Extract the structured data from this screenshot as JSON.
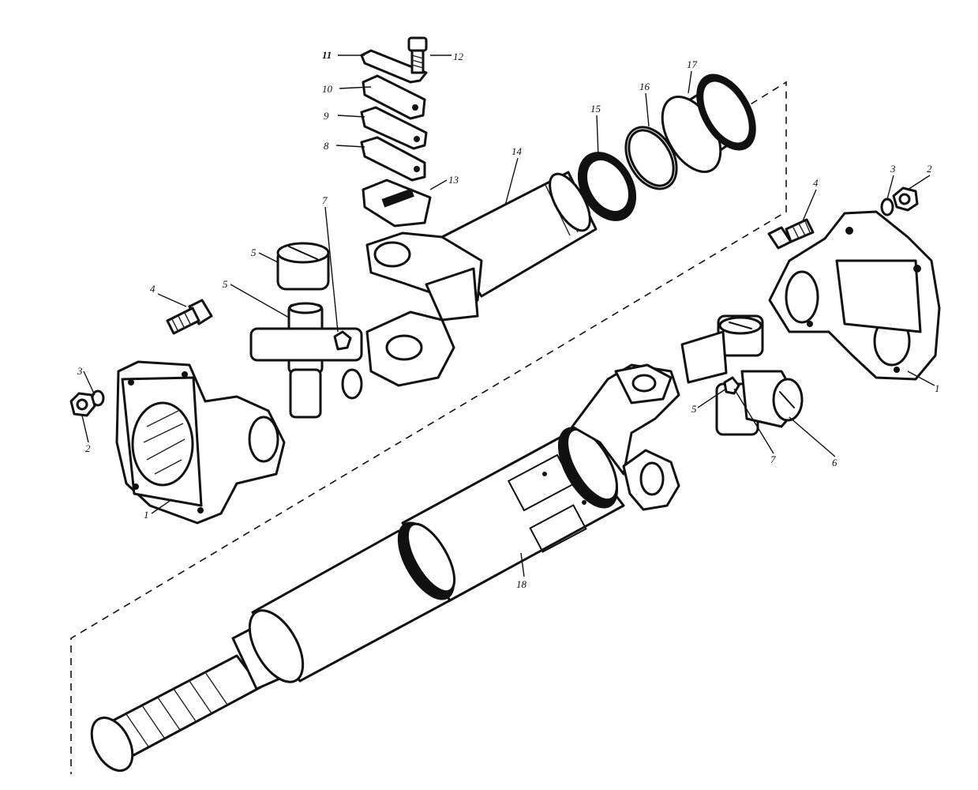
{
  "callouts": [
    {
      "id": "c11",
      "label": "11"
    },
    {
      "id": "c12",
      "label": "12"
    },
    {
      "id": "c10",
      "label": "10"
    },
    {
      "id": "c9",
      "label": "9"
    },
    {
      "id": "c8",
      "label": "8"
    },
    {
      "id": "c13",
      "label": "13"
    },
    {
      "id": "c14",
      "label": "14"
    },
    {
      "id": "c15",
      "label": "15"
    },
    {
      "id": "c16",
      "label": "16"
    },
    {
      "id": "c17",
      "label": "17"
    },
    {
      "id": "c7a",
      "label": "7"
    },
    {
      "id": "c5a",
      "label": "5"
    },
    {
      "id": "c5b",
      "label": "5"
    },
    {
      "id": "c4a",
      "label": "4"
    },
    {
      "id": "c3a",
      "label": "3"
    },
    {
      "id": "c2a",
      "label": "2"
    },
    {
      "id": "c1a",
      "label": "1"
    },
    {
      "id": "c4b",
      "label": "4"
    },
    {
      "id": "c3b",
      "label": "3"
    },
    {
      "id": "c2b",
      "label": "2"
    },
    {
      "id": "c1b",
      "label": "1"
    },
    {
      "id": "c5c",
      "label": "5"
    },
    {
      "id": "c7b",
      "label": "7"
    },
    {
      "id": "c6",
      "label": "6"
    },
    {
      "id": "c18",
      "label": "18"
    }
  ]
}
